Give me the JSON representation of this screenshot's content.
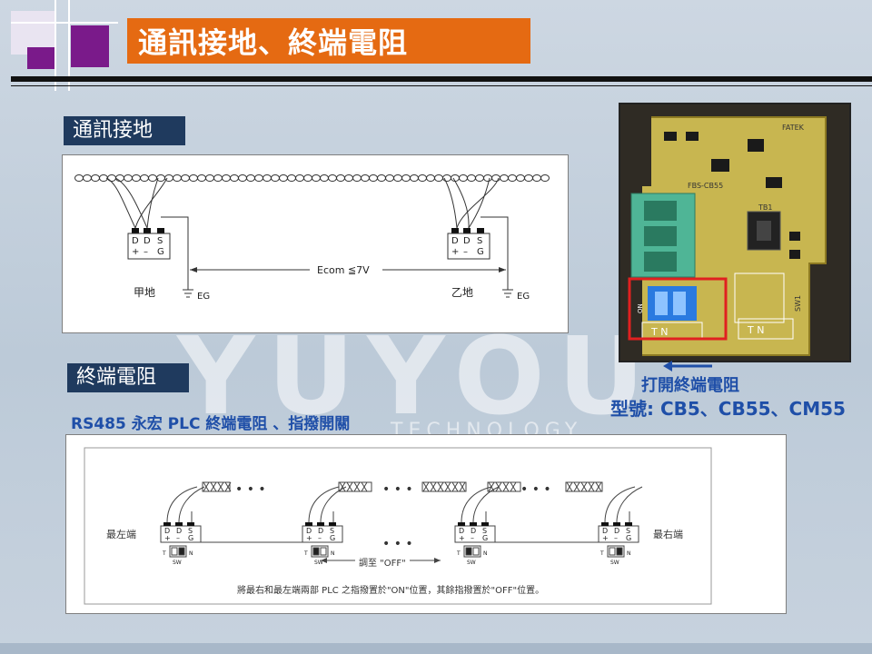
{
  "title": "通訊接地、終端電阻",
  "section1": {
    "label": "通訊接地",
    "diagram": {
      "left_terminal": {
        "pins": [
          "D",
          "D",
          "S"
        ],
        "signs": [
          "+",
          "–",
          "G"
        ],
        "name": "甲地"
      },
      "right_terminal": {
        "pins": [
          "D",
          "D",
          "S"
        ],
        "signs": [
          "+",
          "–",
          "G"
        ],
        "name": "乙地"
      },
      "voltage_label": "Ecom ≦7V",
      "ground_label": "EG"
    }
  },
  "section2": {
    "label": "終端電阻",
    "subtitle": "RS485 永宏 PLC 終端電阻 、指撥開關",
    "diagram": {
      "leftmost": "最左端",
      "rightmost": "最右端",
      "pins": [
        "D",
        "D",
        "S"
      ],
      "signs": [
        "+",
        "–",
        "G"
      ],
      "switch_label": "SW",
      "switch_t": "T",
      "switch_n": "N",
      "adjust_label": "調至 \"OFF\"",
      "note": "將最右和最左端兩部 PLC 之指撥置於\"ON\"位置，其餘指撥置於\"OFF\"位置。"
    }
  },
  "photo": {
    "caption_line1": "打開終端電阻",
    "caption_line2": "型號: CB5、CB55、CM55",
    "board_brand": "FATEK",
    "board_model": "FBS-CB55",
    "tbl_label": "TB1",
    "sw_label": "SW1",
    "tn_label": "T N",
    "on_label": "ON"
  },
  "watermark": {
    "main": "YUYOU",
    "sub": "TECHNOLOGY"
  },
  "colors": {
    "title_bg": "#e56a12",
    "label_bg": "#1f3a5e",
    "blue_text": "#1f4fa8",
    "purple": "#7a1a8a"
  }
}
